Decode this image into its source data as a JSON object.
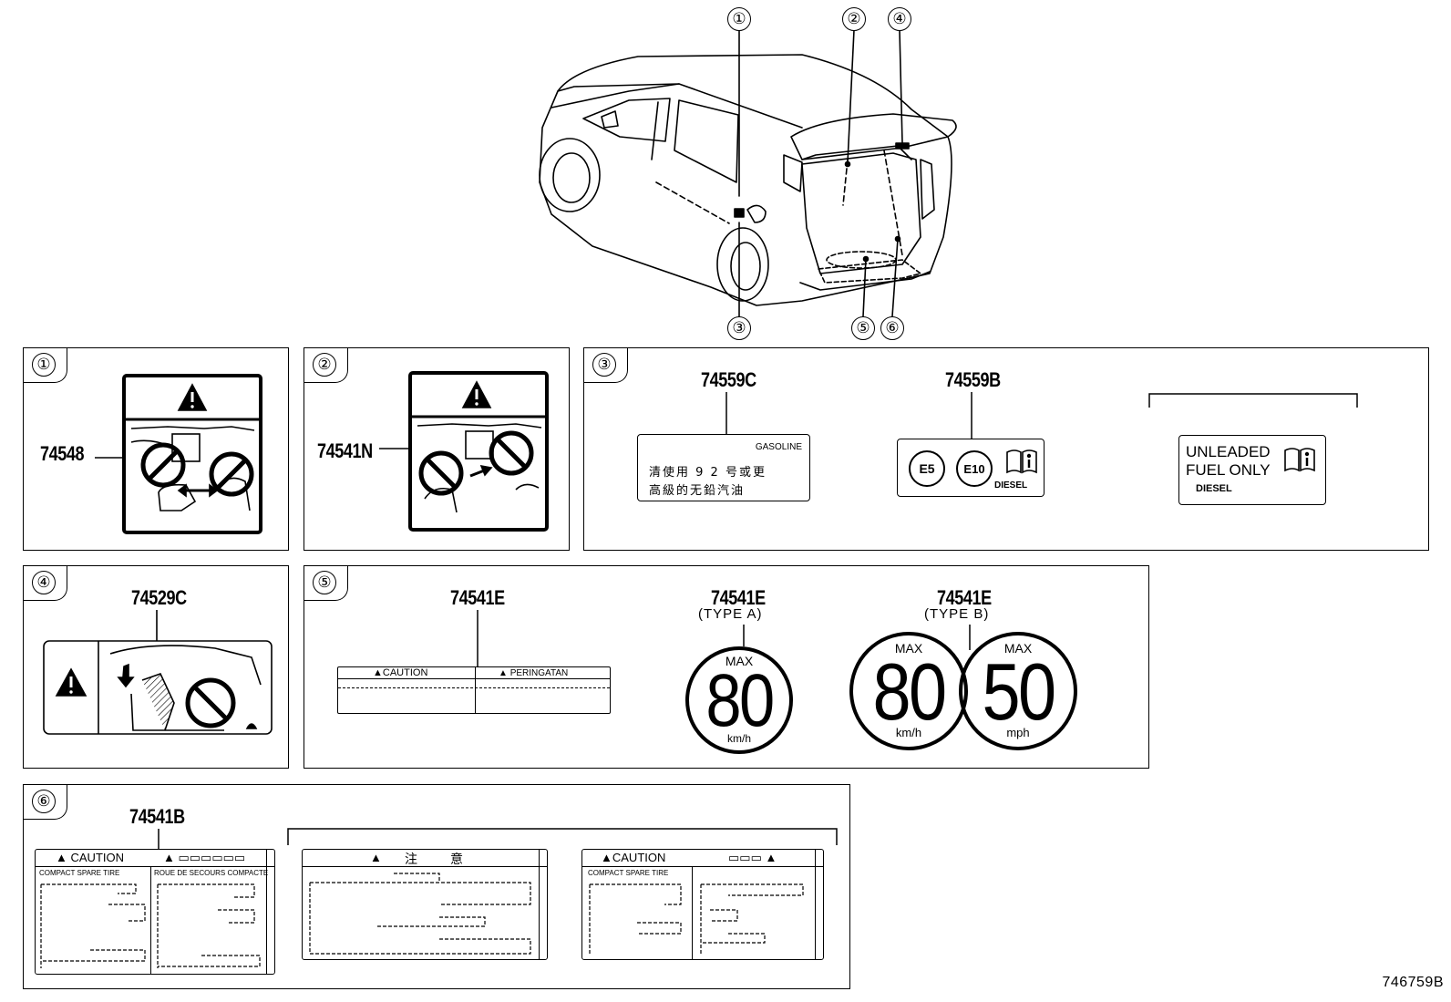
{
  "callouts": [
    "①",
    "②",
    "③",
    "④",
    "⑤",
    "⑥"
  ],
  "panel1": {
    "part": "74548"
  },
  "panel2": {
    "part": "74541N"
  },
  "panel3": {
    "part_a": "74559C",
    "part_b": "74559B",
    "gasoline_label": {
      "title": "GASOLINE",
      "line1": "清使用 9 2 号或更",
      "line2": "高級的无鉛汽油"
    },
    "ethanol_label": {
      "e5": "E5",
      "e10": "E10",
      "diesel": "DIESEL"
    },
    "unleaded_label": {
      "line1": "UNLEADED",
      "line2": "FUEL ONLY",
      "diesel": "DIESEL"
    }
  },
  "panel4": {
    "part": "74529C"
  },
  "panel5": {
    "part_main": "74541E",
    "caution": "CAUTION",
    "peringatan": "PERINGATAN",
    "type_a": {
      "part": "74541E",
      "type": "(TYPE A)",
      "max": "MAX",
      "value": "80",
      "unit": "km/h"
    },
    "type_b": {
      "part": "74541E",
      "type": "(TYPE B)",
      "max1": "MAX",
      "value1": "80",
      "unit1": "km/h",
      "max2": "MAX",
      "value2": "50",
      "unit2": "mph"
    }
  },
  "panel6": {
    "part": "74541B",
    "label1": {
      "caution": "CAUTION",
      "col1": "COMPACT SPARE TIRE",
      "col2": "ROUE DE SECOURS COMPACTE"
    },
    "label2": {
      "title1": "注",
      "title2": "意"
    },
    "label3": {
      "caution": "CAUTION",
      "col1": "COMPACT SPARE TIRE"
    }
  },
  "figure_id": "746759B"
}
